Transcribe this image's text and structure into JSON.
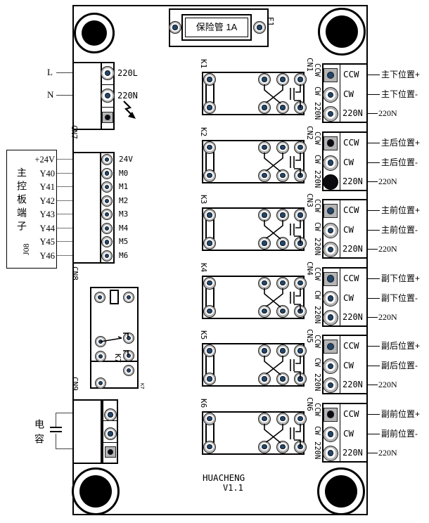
{
  "colors": {
    "pad_core": "#234769",
    "pad_ring": "#b5b5b5",
    "line": "#000000",
    "background": "#ffffff"
  },
  "fuse": {
    "label": "保险管 1A",
    "ref": "F1"
  },
  "power": {
    "l": "L",
    "n": "N",
    "pads": [
      "220L",
      "220N"
    ],
    "connector": "CN7"
  },
  "controller": {
    "title": "主控板端子",
    "ref": "J08",
    "pins": [
      "+24V",
      "Y40",
      "Y41",
      "Y42",
      "Y43",
      "Y44",
      "Y45",
      "Y46"
    ]
  },
  "cn8": {
    "label": "CN8",
    "pins": [
      "24V",
      "M0",
      "M1",
      "M2",
      "M3",
      "M4",
      "M5",
      "M6"
    ]
  },
  "cn9": {
    "label": "CN9"
  },
  "aux_relay": {
    "label": "K7",
    "corner_label": "K7"
  },
  "capacitor": {
    "label": "电容"
  },
  "rows": [
    {
      "relay": "K1",
      "connector": "CN1",
      "pads": [
        "CCW",
        "CW",
        "220N"
      ],
      "ext": [
        "主下位置+",
        "主下位置-",
        "220N"
      ],
      "pad_styles": [
        "blue",
        "blue",
        "blue"
      ]
    },
    {
      "relay": "K2",
      "connector": "CN2",
      "pads": [
        "CCW",
        "CW",
        "220N"
      ],
      "ext": [
        "主后位置+",
        "主后位置-",
        "220N"
      ],
      "pad_styles": [
        "black",
        "blue",
        "solid"
      ]
    },
    {
      "relay": "K3",
      "connector": "CN3",
      "pads": [
        "CCW",
        "CW",
        "220N"
      ],
      "ext": [
        "主前位置+",
        "主前位置-",
        "220N"
      ],
      "pad_styles": [
        "blue",
        "blue",
        "blue"
      ]
    },
    {
      "relay": "K4",
      "connector": "CN4",
      "pads": [
        "CCW",
        "CW",
        "220N"
      ],
      "ext": [
        "副下位置+",
        "副下位置-",
        "220N"
      ],
      "pad_styles": [
        "blue",
        "blue",
        "blue"
      ]
    },
    {
      "relay": "K5",
      "connector": "CN5",
      "pads": [
        "CCW",
        "CW",
        "220N"
      ],
      "ext": [
        "副后位置+",
        "副后位置-",
        "220N"
      ],
      "pad_styles": [
        "blue",
        "blue",
        "blue"
      ]
    },
    {
      "relay": "K6",
      "connector": "CN6",
      "pads": [
        "CCW",
        "CW",
        "220N"
      ],
      "ext": [
        "副前位置+",
        "副前位置-",
        "220N"
      ],
      "pad_styles": [
        "black",
        "blue",
        "blue"
      ]
    }
  ],
  "footer": {
    "brand": "HUACHENG",
    "version": "V1.1"
  }
}
